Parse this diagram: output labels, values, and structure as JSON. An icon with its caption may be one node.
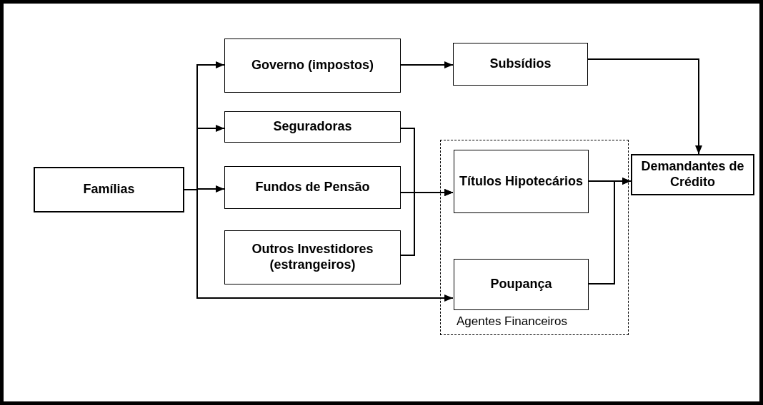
{
  "diagram": {
    "nodes": [
      {
        "text": [
          "Famílias"
        ]
      },
      {
        "text": [
          "Governo (impostos)"
        ]
      },
      {
        "text": [
          "Seguradoras"
        ]
      },
      {
        "text": [
          "Fundos de Pensão"
        ]
      },
      {
        "text": [
          "Outros Investidores (estrangeiros)"
        ]
      },
      {
        "text": [
          "Agentes Financeiros"
        ]
      },
      {
        "text": [
          "Subsídios"
        ]
      },
      {
        "text": [
          "Títulos Hipotecários"
        ],
        "in": 5
      },
      {
        "text": [
          "Poupança"
        ],
        "in": 5
      },
      {
        "text": [
          "Demandantes de Crédito"
        ]
      }
    ],
    "edges": [
      {
        "from": 0,
        "to": 1,
        "arrow": "to"
      },
      {
        "from": 0,
        "to": 2,
        "arrow": "to"
      },
      {
        "from": 0,
        "to": 3,
        "arrow": "to"
      },
      {
        "from": 0,
        "to": 8,
        "arrow": "to"
      },
      {
        "from": 1,
        "to": 6,
        "arrow": "to"
      },
      {
        "from": 2,
        "to": 7,
        "arrow": "to"
      },
      {
        "from": 3,
        "to": 7,
        "arrow": "to"
      },
      {
        "from": 4,
        "to": 7,
        "arrow": "to"
      },
      {
        "from": 6,
        "to": 9,
        "arrow": "to"
      },
      {
        "from": 7,
        "to": 9,
        "arrow": "to"
      },
      {
        "from": 8,
        "to": 9,
        "arrow": "to"
      }
    ]
  }
}
